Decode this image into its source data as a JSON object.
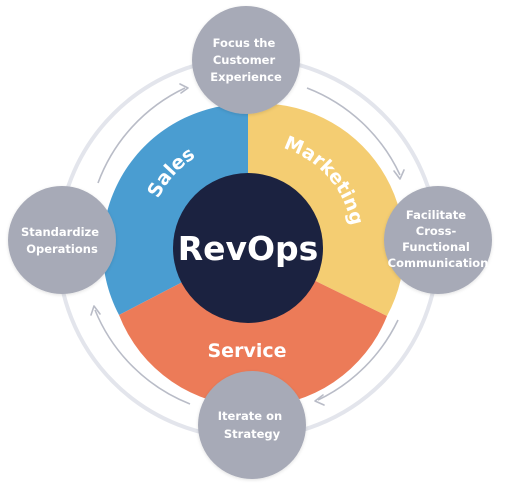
{
  "hub": {
    "label": "RevOps",
    "color": "#1b2240"
  },
  "segments": [
    {
      "label": "Sales",
      "color": "#4a9dd1"
    },
    {
      "label": "Marketing",
      "color": "#f4cd72"
    },
    {
      "label": "Service",
      "color": "#ec7b58"
    }
  ],
  "nodes": {
    "top": {
      "lines": [
        "Focus the",
        "Customer",
        "Experience"
      ]
    },
    "right": {
      "lines": [
        "Facilitate",
        "Cross-",
        "Functional",
        "Communication"
      ]
    },
    "bottom": {
      "lines": [
        "Iterate on",
        "Strategy"
      ]
    },
    "left": {
      "lines": [
        "Standardize",
        "Operations"
      ]
    }
  },
  "colors": {
    "node_fill": "#a7aab7",
    "ring": "#e3e5ec",
    "arrow": "#b9bcc7"
  }
}
